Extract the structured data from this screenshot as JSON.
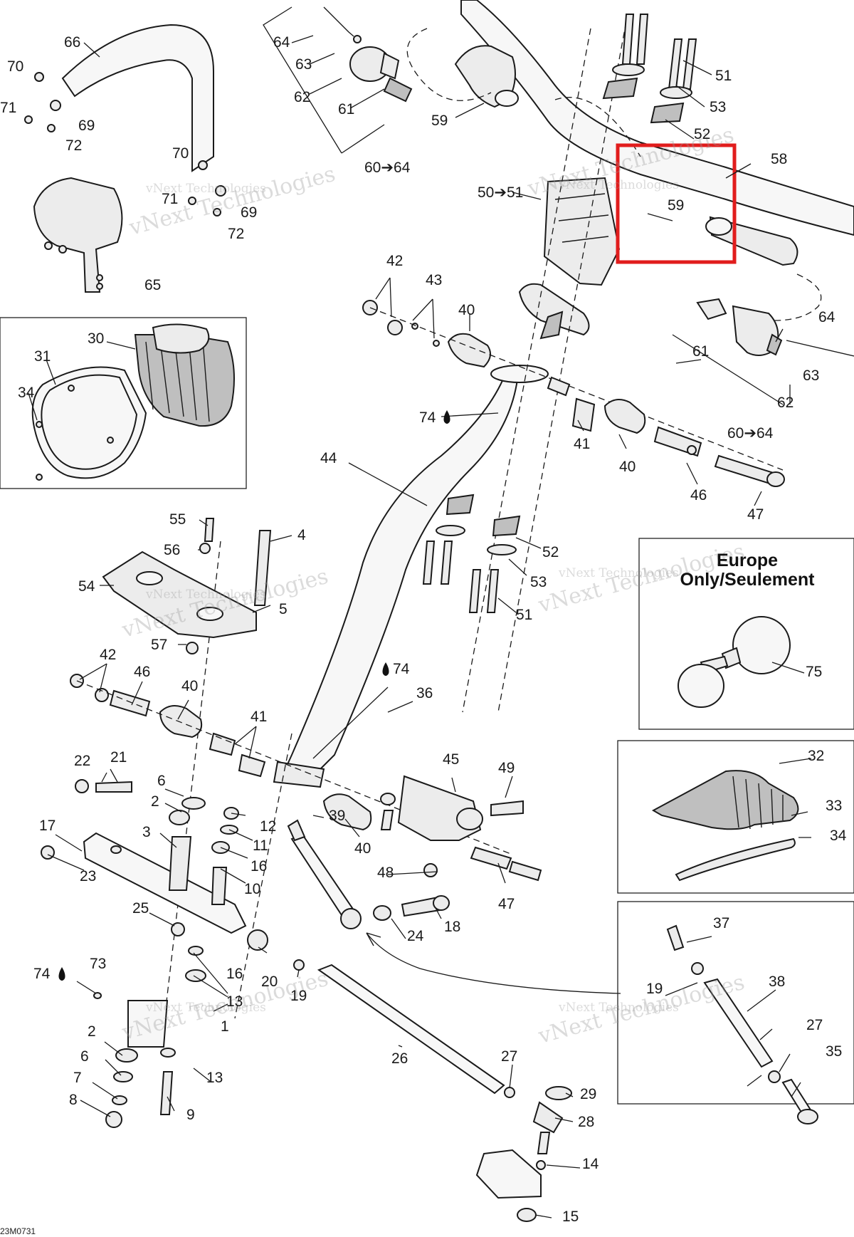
{
  "diagram": {
    "drawing_ref": "23M0731",
    "watermark": "vNext Technologies",
    "inset_europe": {
      "line1": "Europe",
      "line2": "Only/Seulement"
    },
    "callouts": [
      "66",
      "70",
      "71",
      "69",
      "72",
      "70",
      "71",
      "69",
      "72",
      "65",
      "64",
      "63",
      "62",
      "61",
      "60➔64",
      "59",
      "51",
      "53",
      "52",
      "58",
      "50➔51",
      "59",
      "42",
      "43",
      "40",
      "61",
      "64",
      "63",
      "62",
      "60➔64",
      "31",
      "30",
      "34",
      "74",
      "44",
      "41",
      "40",
      "46",
      "47",
      "55",
      "4",
      "56",
      "54",
      "5",
      "57",
      "52",
      "53",
      "51",
      "75",
      "42",
      "46",
      "40",
      "41",
      "74",
      "36",
      "32",
      "33",
      "34",
      "22",
      "21",
      "6",
      "2",
      "12",
      "11",
      "16",
      "10",
      "39",
      "45",
      "49",
      "17",
      "3",
      "23",
      "40",
      "48",
      "47",
      "25",
      "24",
      "18",
      "73",
      "74",
      "16",
      "13",
      "20",
      "19",
      "37",
      "38",
      "19",
      "1",
      "2",
      "6",
      "13",
      "7",
      "8",
      "9",
      "26",
      "27",
      "29",
      "28",
      "27",
      "35",
      "14",
      "15"
    ]
  }
}
